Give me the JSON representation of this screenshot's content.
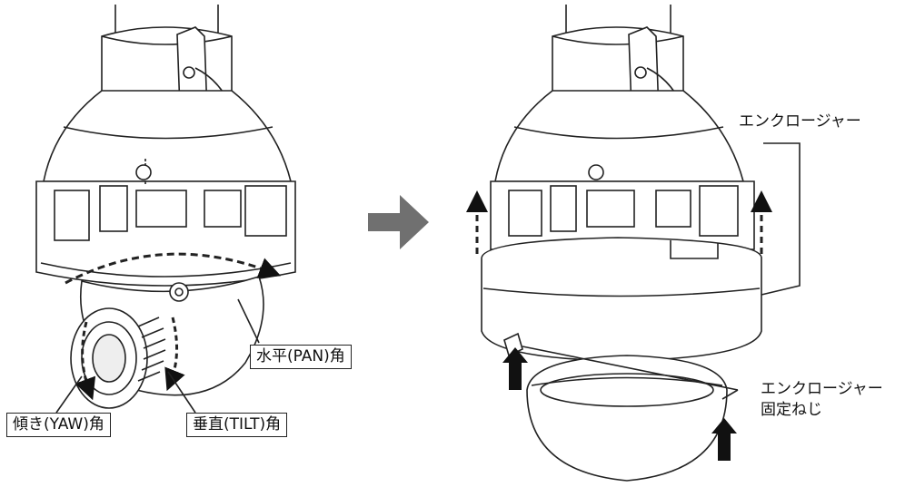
{
  "labels": {
    "pan_angle": "水平(PAN)角",
    "yaw_angle": "傾き(YAW)角",
    "tilt_angle": "垂直(TILT)角",
    "enclosure": "エンクロージャー",
    "enclosure_screw_line1": "エンクロージャー",
    "enclosure_screw_line2": "固定ねじ"
  },
  "colors": {
    "line": "#222222",
    "arrow_transition": "#707070",
    "fill_light": "#ffffff",
    "fill_dark": "#1a1a1a"
  },
  "icons": {
    "transition_arrow": "right-arrow-icon",
    "lift_arrow": "up-arrow-icon"
  }
}
